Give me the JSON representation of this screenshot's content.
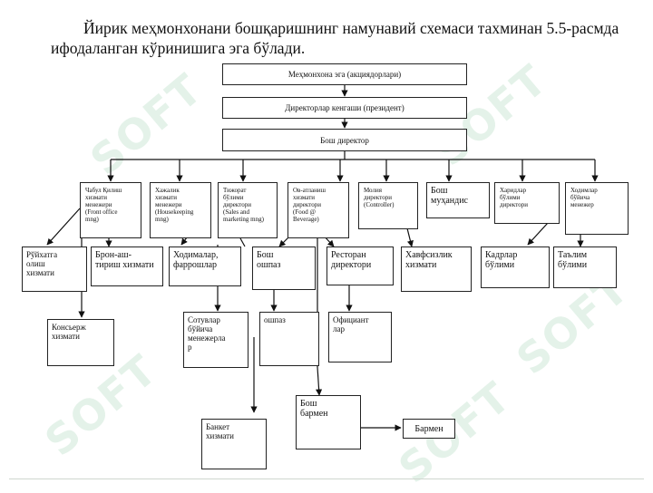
{
  "intro_text": "Йирик меҳмонхонани бошқаришнинг намунавий схемаси тахминан 5.5-расмда ифодаланган кўринишига эга бўлади.",
  "watermark": "SOFT",
  "boxes": {
    "owner": "Меҳмонхона эга (акциядорлари)",
    "board": "Директорлар кенгаши (президент)",
    "general": "Бош директор",
    "front_office": "Чабул Қилиш\nхизмати\nменежери\n(Front office\nmng)",
    "housekeeping": "Хажалик\nхизмати\nменежери\n(Housekeeping\nmng)",
    "sales": "Тижорат\nбўлими\nдиректори\n(Sales and\nmarketing mng)",
    "food": "Ов-атланиш\nхизмати\nдиректори\n(Food @\nBeverage)",
    "finance": "Молия\nдиректори\n(Controller)",
    "engineer": "Бош\nмуҳандис",
    "purchase": "Харидлар\nбўлими\nдиректори",
    "hr_manager": "Ходимлар\nбўйича\nменежер",
    "reception": "Рўйхатга\nолиш\nхизмати",
    "booking": "Брон-аш-\nтириш хизмати",
    "staff": "Ходималар,\nфаррошлар",
    "chef": "Бош\nошпаз",
    "restaurant": "Ресторан\nдиректори",
    "security": "Хавфсизлик\nхизмати",
    "personnel": "Кадрлар\nбўлими",
    "training": "Таълим\nбўлими",
    "concierge": "Консьерж\nхизмати",
    "sales_mgr": "Сотувлар\nбўйича\nменежерла\nр",
    "cook": "ошпаз",
    "waiter": "Официант\nлар",
    "head_bar": "Бош\nбармен",
    "banquet": "Банкет\nхизмати",
    "barman": "Бармен"
  }
}
